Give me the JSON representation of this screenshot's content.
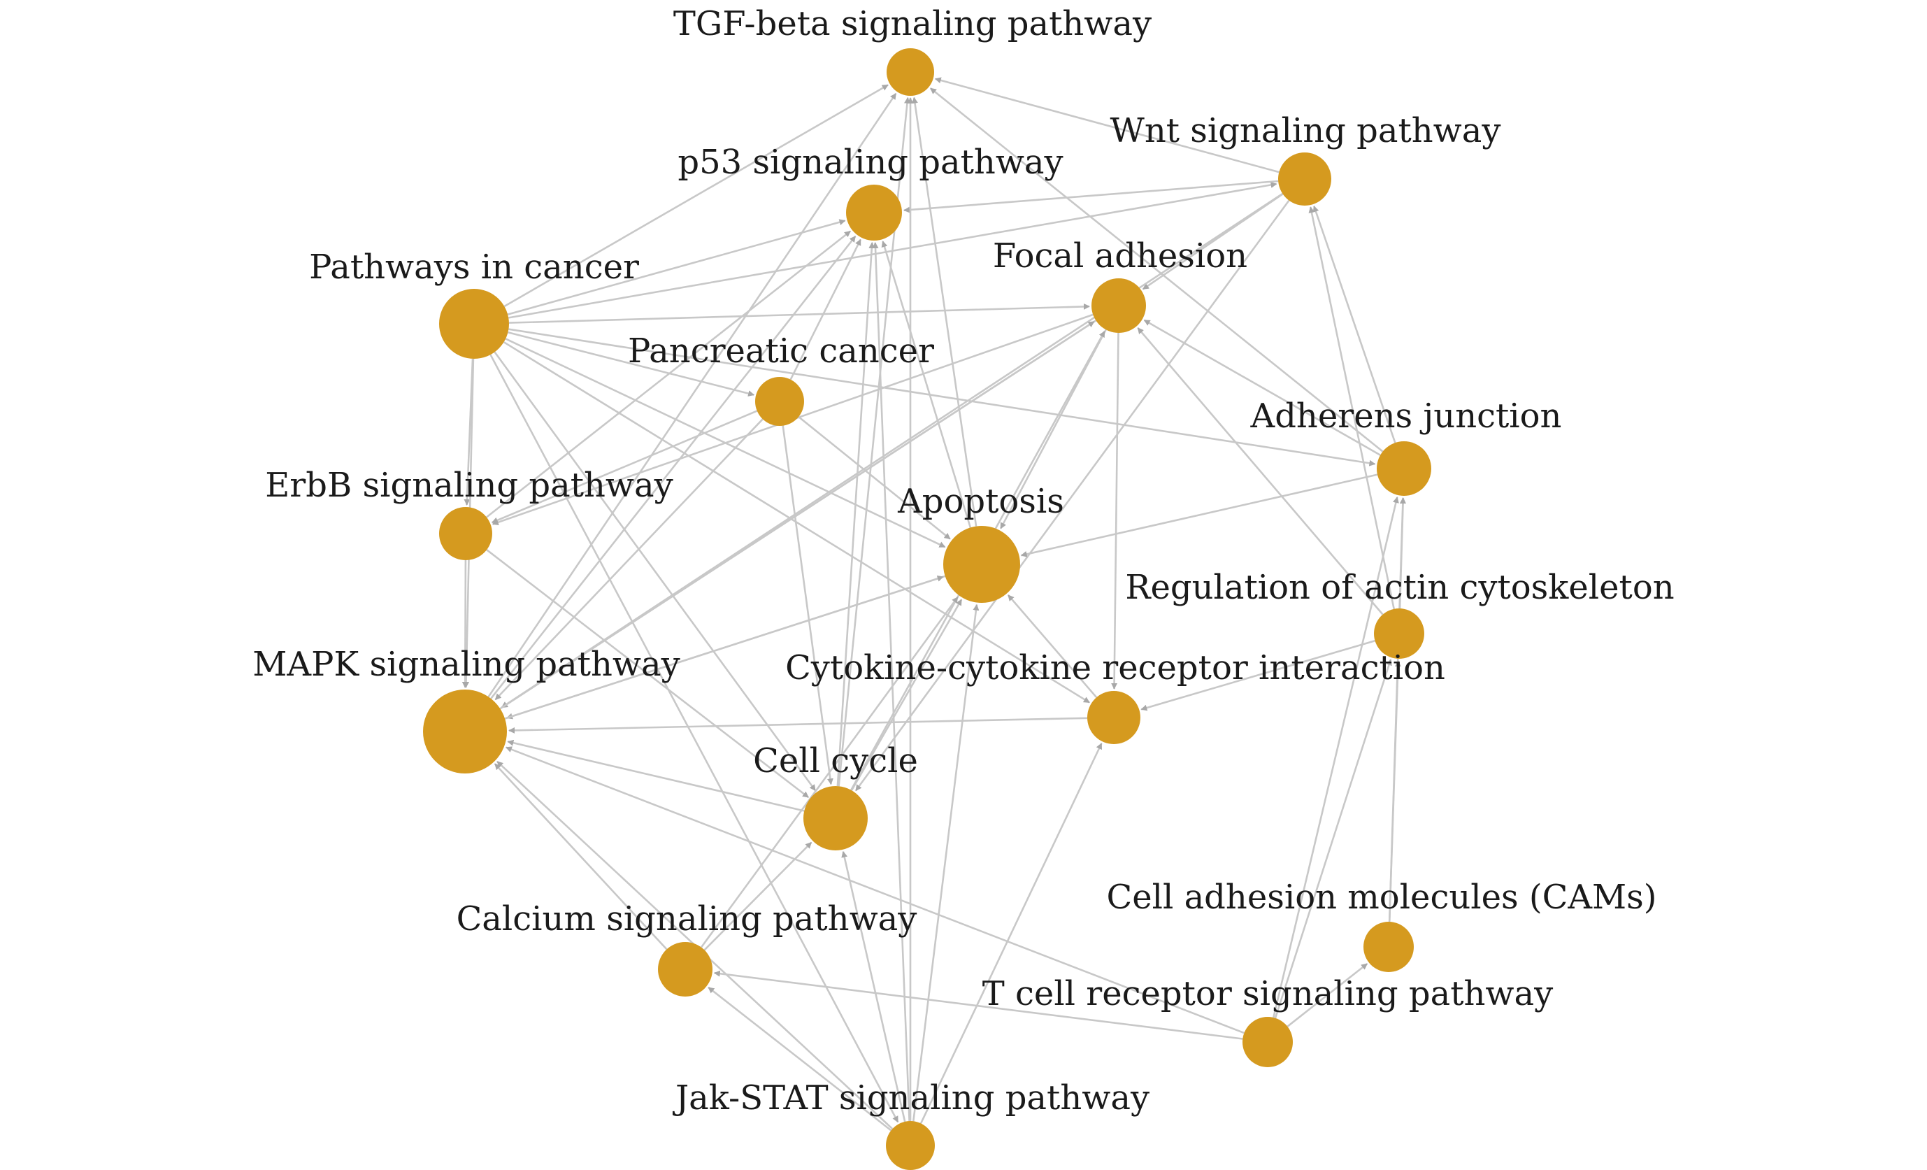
{
  "network": {
    "node_color": "#d59a1f",
    "edge_color": "#c8c8c8",
    "nodes": [
      {
        "id": "tgf",
        "label": "TGF-beta signaling pathway"
      },
      {
        "id": "p53",
        "label": "p53 signaling pathway"
      },
      {
        "id": "wnt",
        "label": "Wnt signaling pathway"
      },
      {
        "id": "pic",
        "label": "Pathways in cancer"
      },
      {
        "id": "focal",
        "label": "Focal adhesion"
      },
      {
        "id": "panc",
        "label": "Pancreatic cancer"
      },
      {
        "id": "adherens",
        "label": "Adherens junction"
      },
      {
        "id": "erbb",
        "label": "ErbB signaling pathway"
      },
      {
        "id": "apoptosis",
        "label": "Apoptosis"
      },
      {
        "id": "actin",
        "label": "Regulation of actin cytoskeleton"
      },
      {
        "id": "mapk",
        "label": "MAPK signaling pathway"
      },
      {
        "id": "cytokine",
        "label": "Cytokine-cytokine receptor interaction"
      },
      {
        "id": "cellcycle",
        "label": "Cell cycle"
      },
      {
        "id": "cams",
        "label": "Cell adhesion molecules (CAMs)"
      },
      {
        "id": "calcium",
        "label": "Calcium signaling pathway"
      },
      {
        "id": "tcell",
        "label": "T cell receptor signaling pathway"
      },
      {
        "id": "jak",
        "label": "Jak-STAT signaling pathway"
      }
    ],
    "edges": [
      [
        "pic",
        "tgf"
      ],
      [
        "pic",
        "p53"
      ],
      [
        "pic",
        "wnt"
      ],
      [
        "pic",
        "focal"
      ],
      [
        "pic",
        "panc"
      ],
      [
        "pic",
        "adherens"
      ],
      [
        "pic",
        "erbb"
      ],
      [
        "pic",
        "apoptosis"
      ],
      [
        "pic",
        "mapk"
      ],
      [
        "pic",
        "cellcycle"
      ],
      [
        "pic",
        "cytokine"
      ],
      [
        "pic",
        "jak"
      ],
      [
        "wnt",
        "tgf"
      ],
      [
        "wnt",
        "p53"
      ],
      [
        "wnt",
        "focal"
      ],
      [
        "wnt",
        "mapk"
      ],
      [
        "wnt",
        "cellcycle"
      ],
      [
        "adherens",
        "tgf"
      ],
      [
        "adherens",
        "wnt"
      ],
      [
        "adherens",
        "apoptosis"
      ],
      [
        "adherens",
        "focal"
      ],
      [
        "actin",
        "adherens"
      ],
      [
        "actin",
        "wnt"
      ],
      [
        "actin",
        "focal"
      ],
      [
        "actin",
        "cytokine"
      ],
      [
        "tcell",
        "adherens"
      ],
      [
        "tcell",
        "actin"
      ],
      [
        "tcell",
        "cams"
      ],
      [
        "tcell",
        "mapk"
      ],
      [
        "tcell",
        "calcium"
      ],
      [
        "cams",
        "adherens"
      ],
      [
        "cams",
        "actin"
      ],
      [
        "panc",
        "erbb"
      ],
      [
        "panc",
        "mapk"
      ],
      [
        "panc",
        "cellcycle"
      ],
      [
        "panc",
        "apoptosis"
      ],
      [
        "panc",
        "p53"
      ],
      [
        "erbb",
        "mapk"
      ],
      [
        "erbb",
        "cellcycle"
      ],
      [
        "erbb",
        "p53"
      ],
      [
        "apoptosis",
        "tgf"
      ],
      [
        "apoptosis",
        "p53"
      ],
      [
        "apoptosis",
        "mapk"
      ],
      [
        "focal",
        "apoptosis"
      ],
      [
        "focal",
        "mapk"
      ],
      [
        "focal",
        "cytokine"
      ],
      [
        "focal",
        "erbb"
      ],
      [
        "cellcycle",
        "tgf"
      ],
      [
        "cellcycle",
        "p53"
      ],
      [
        "cellcycle",
        "mapk"
      ],
      [
        "cellcycle",
        "apoptosis"
      ],
      [
        "cellcycle",
        "focal"
      ],
      [
        "cytokine",
        "apoptosis"
      ],
      [
        "cytokine",
        "mapk"
      ],
      [
        "calcium",
        "mapk"
      ],
      [
        "calcium",
        "cellcycle"
      ],
      [
        "calcium",
        "apoptosis"
      ],
      [
        "mapk",
        "tgf"
      ],
      [
        "mapk",
        "p53"
      ],
      [
        "mapk",
        "apoptosis"
      ],
      [
        "mapk",
        "focal"
      ],
      [
        "jak",
        "calcium"
      ],
      [
        "jak",
        "cellcycle"
      ],
      [
        "jak",
        "mapk"
      ],
      [
        "jak",
        "cytokine"
      ],
      [
        "jak",
        "apoptosis"
      ],
      [
        "jak",
        "p53"
      ],
      [
        "jak",
        "tgf"
      ]
    ]
  }
}
